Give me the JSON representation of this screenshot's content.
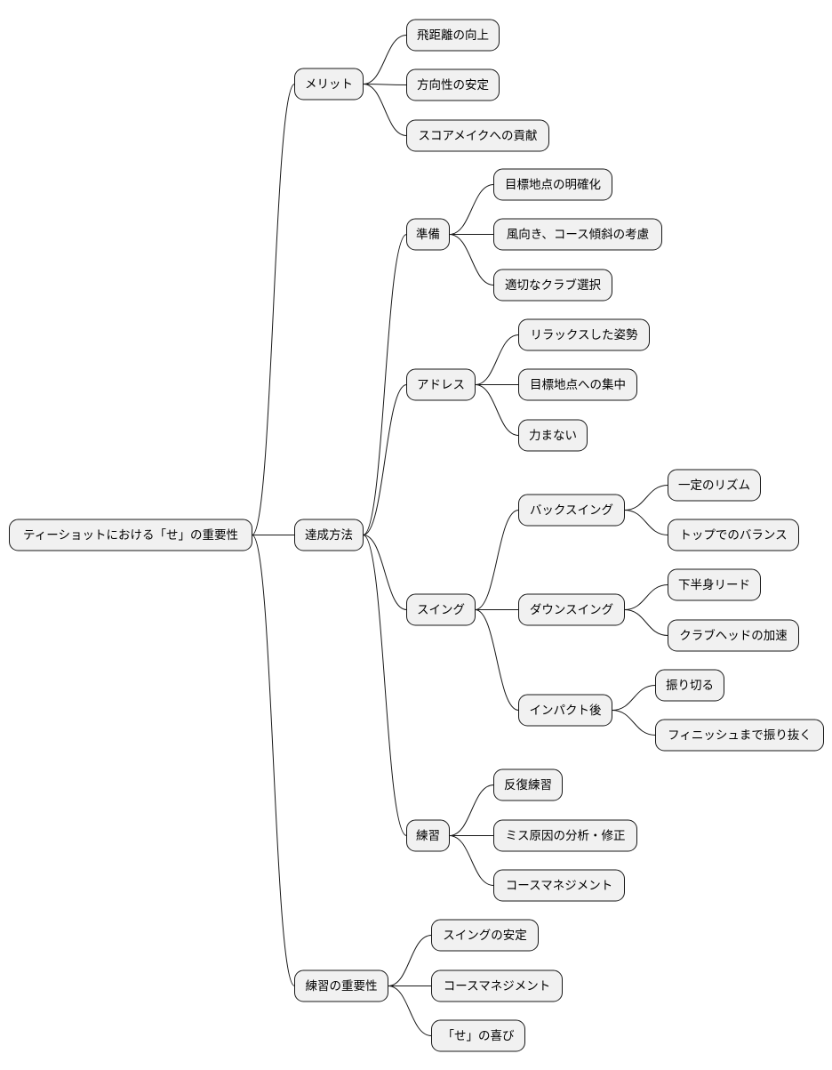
{
  "root": {
    "label": "ティーショットにおける「せ」の重要性",
    "children": [
      {
        "label": "メリット",
        "children": [
          {
            "label": "飛距離の向上"
          },
          {
            "label": "方向性の安定"
          },
          {
            "label": "スコアメイクへの貢献"
          }
        ]
      },
      {
        "label": "達成方法",
        "children": [
          {
            "label": "準備",
            "children": [
              {
                "label": "目標地点の明確化"
              },
              {
                "label": "風向き、コース傾斜の考慮"
              },
              {
                "label": "適切なクラブ選択"
              }
            ]
          },
          {
            "label": "アドレス",
            "children": [
              {
                "label": "リラックスした姿勢"
              },
              {
                "label": "目標地点への集中"
              },
              {
                "label": "力まない"
              }
            ]
          },
          {
            "label": "スイング",
            "children": [
              {
                "label": "バックスイング",
                "children": [
                  {
                    "label": "一定のリズム"
                  },
                  {
                    "label": "トップでのバランス"
                  }
                ]
              },
              {
                "label": "ダウンスイング",
                "children": [
                  {
                    "label": "下半身リード"
                  },
                  {
                    "label": "クラブヘッドの加速"
                  }
                ]
              },
              {
                "label": "インパクト後",
                "children": [
                  {
                    "label": "振り切る"
                  },
                  {
                    "label": "フィニッシュまで振り抜く"
                  }
                ]
              }
            ]
          },
          {
            "label": "練習",
            "children": [
              {
                "label": "反復練習"
              },
              {
                "label": "ミス原因の分析・修正"
              },
              {
                "label": "コースマネジメント"
              }
            ]
          }
        ]
      },
      {
        "label": "練習の重要性",
        "children": [
          {
            "label": "スイングの安定"
          },
          {
            "label": "コースマネジメント"
          },
          {
            "label": "「せ」の喜び"
          }
        ]
      }
    ]
  }
}
